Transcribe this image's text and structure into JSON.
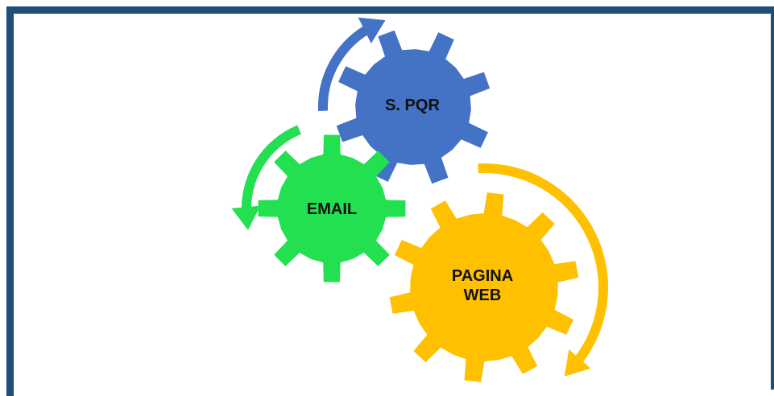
{
  "gears": [
    {
      "id": "spqr",
      "label_lines": [
        "S. PQR"
      ],
      "color": "#4472c4"
    },
    {
      "id": "email",
      "label_lines": [
        "EMAIL"
      ],
      "color": "#22e04f"
    },
    {
      "id": "pagina_web",
      "label_lines": [
        "PAGINA",
        "WEB"
      ],
      "color": "#ffc000"
    }
  ],
  "arrows": [
    {
      "id": "blue-arrow",
      "color": "#4472c4"
    },
    {
      "id": "green-arrow",
      "color": "#22e04f"
    },
    {
      "id": "yellow-arrow",
      "color": "#ffc000"
    }
  ],
  "frame_color": "#1f4e79"
}
